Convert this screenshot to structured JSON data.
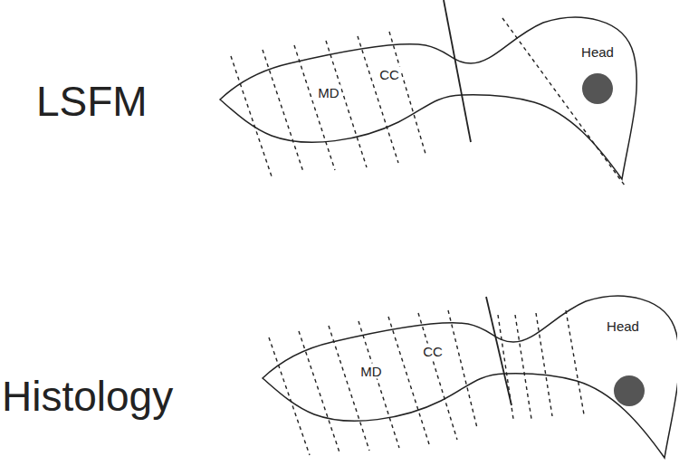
{
  "diagram": {
    "nodes": [
      {
        "text": [
          "MD",
          "CC",
          "Head"
        ]
      },
      {
        "text": [
          "MD",
          "CC",
          "Head"
        ]
      }
    ],
    "labels": [
      "LSFM",
      "Histology"
    ]
  }
}
